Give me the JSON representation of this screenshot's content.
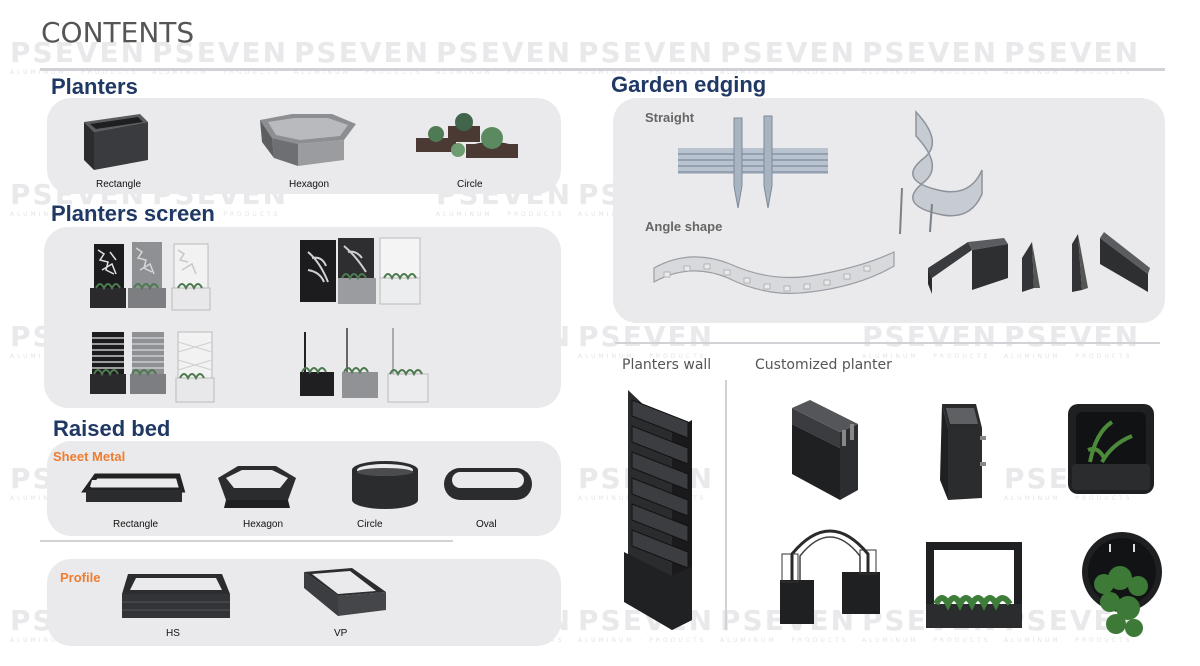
{
  "page": {
    "title": "CONTENTS",
    "watermark": "PSEVEN",
    "watermark_sub": "ALUMINUM · PRODUCTS"
  },
  "colors": {
    "heading": "#1f3864",
    "panel": "#eaeaec",
    "accent_orange": "#ed7d31",
    "product": "#2b2c2e"
  },
  "planters": {
    "heading": "Planters",
    "items": [
      "Rectangle",
      "Hexagon",
      "Circle"
    ]
  },
  "planters_screen": {
    "heading": "Planters screen"
  },
  "raised_bed": {
    "heading": "Raised bed",
    "sheet_metal": {
      "label": "Sheet Metal",
      "items": [
        "Rectangle",
        "Hexagon",
        "Circle",
        "Oval"
      ]
    },
    "profile": {
      "label": "Profile",
      "items": [
        "HS",
        "VP"
      ]
    }
  },
  "garden_edging": {
    "heading": "Garden edging",
    "straight_label": "Straight",
    "angle_label": "Angle shape"
  },
  "planters_wall": {
    "label": "Planters wall"
  },
  "customized_planter": {
    "label": "Customized planter"
  }
}
